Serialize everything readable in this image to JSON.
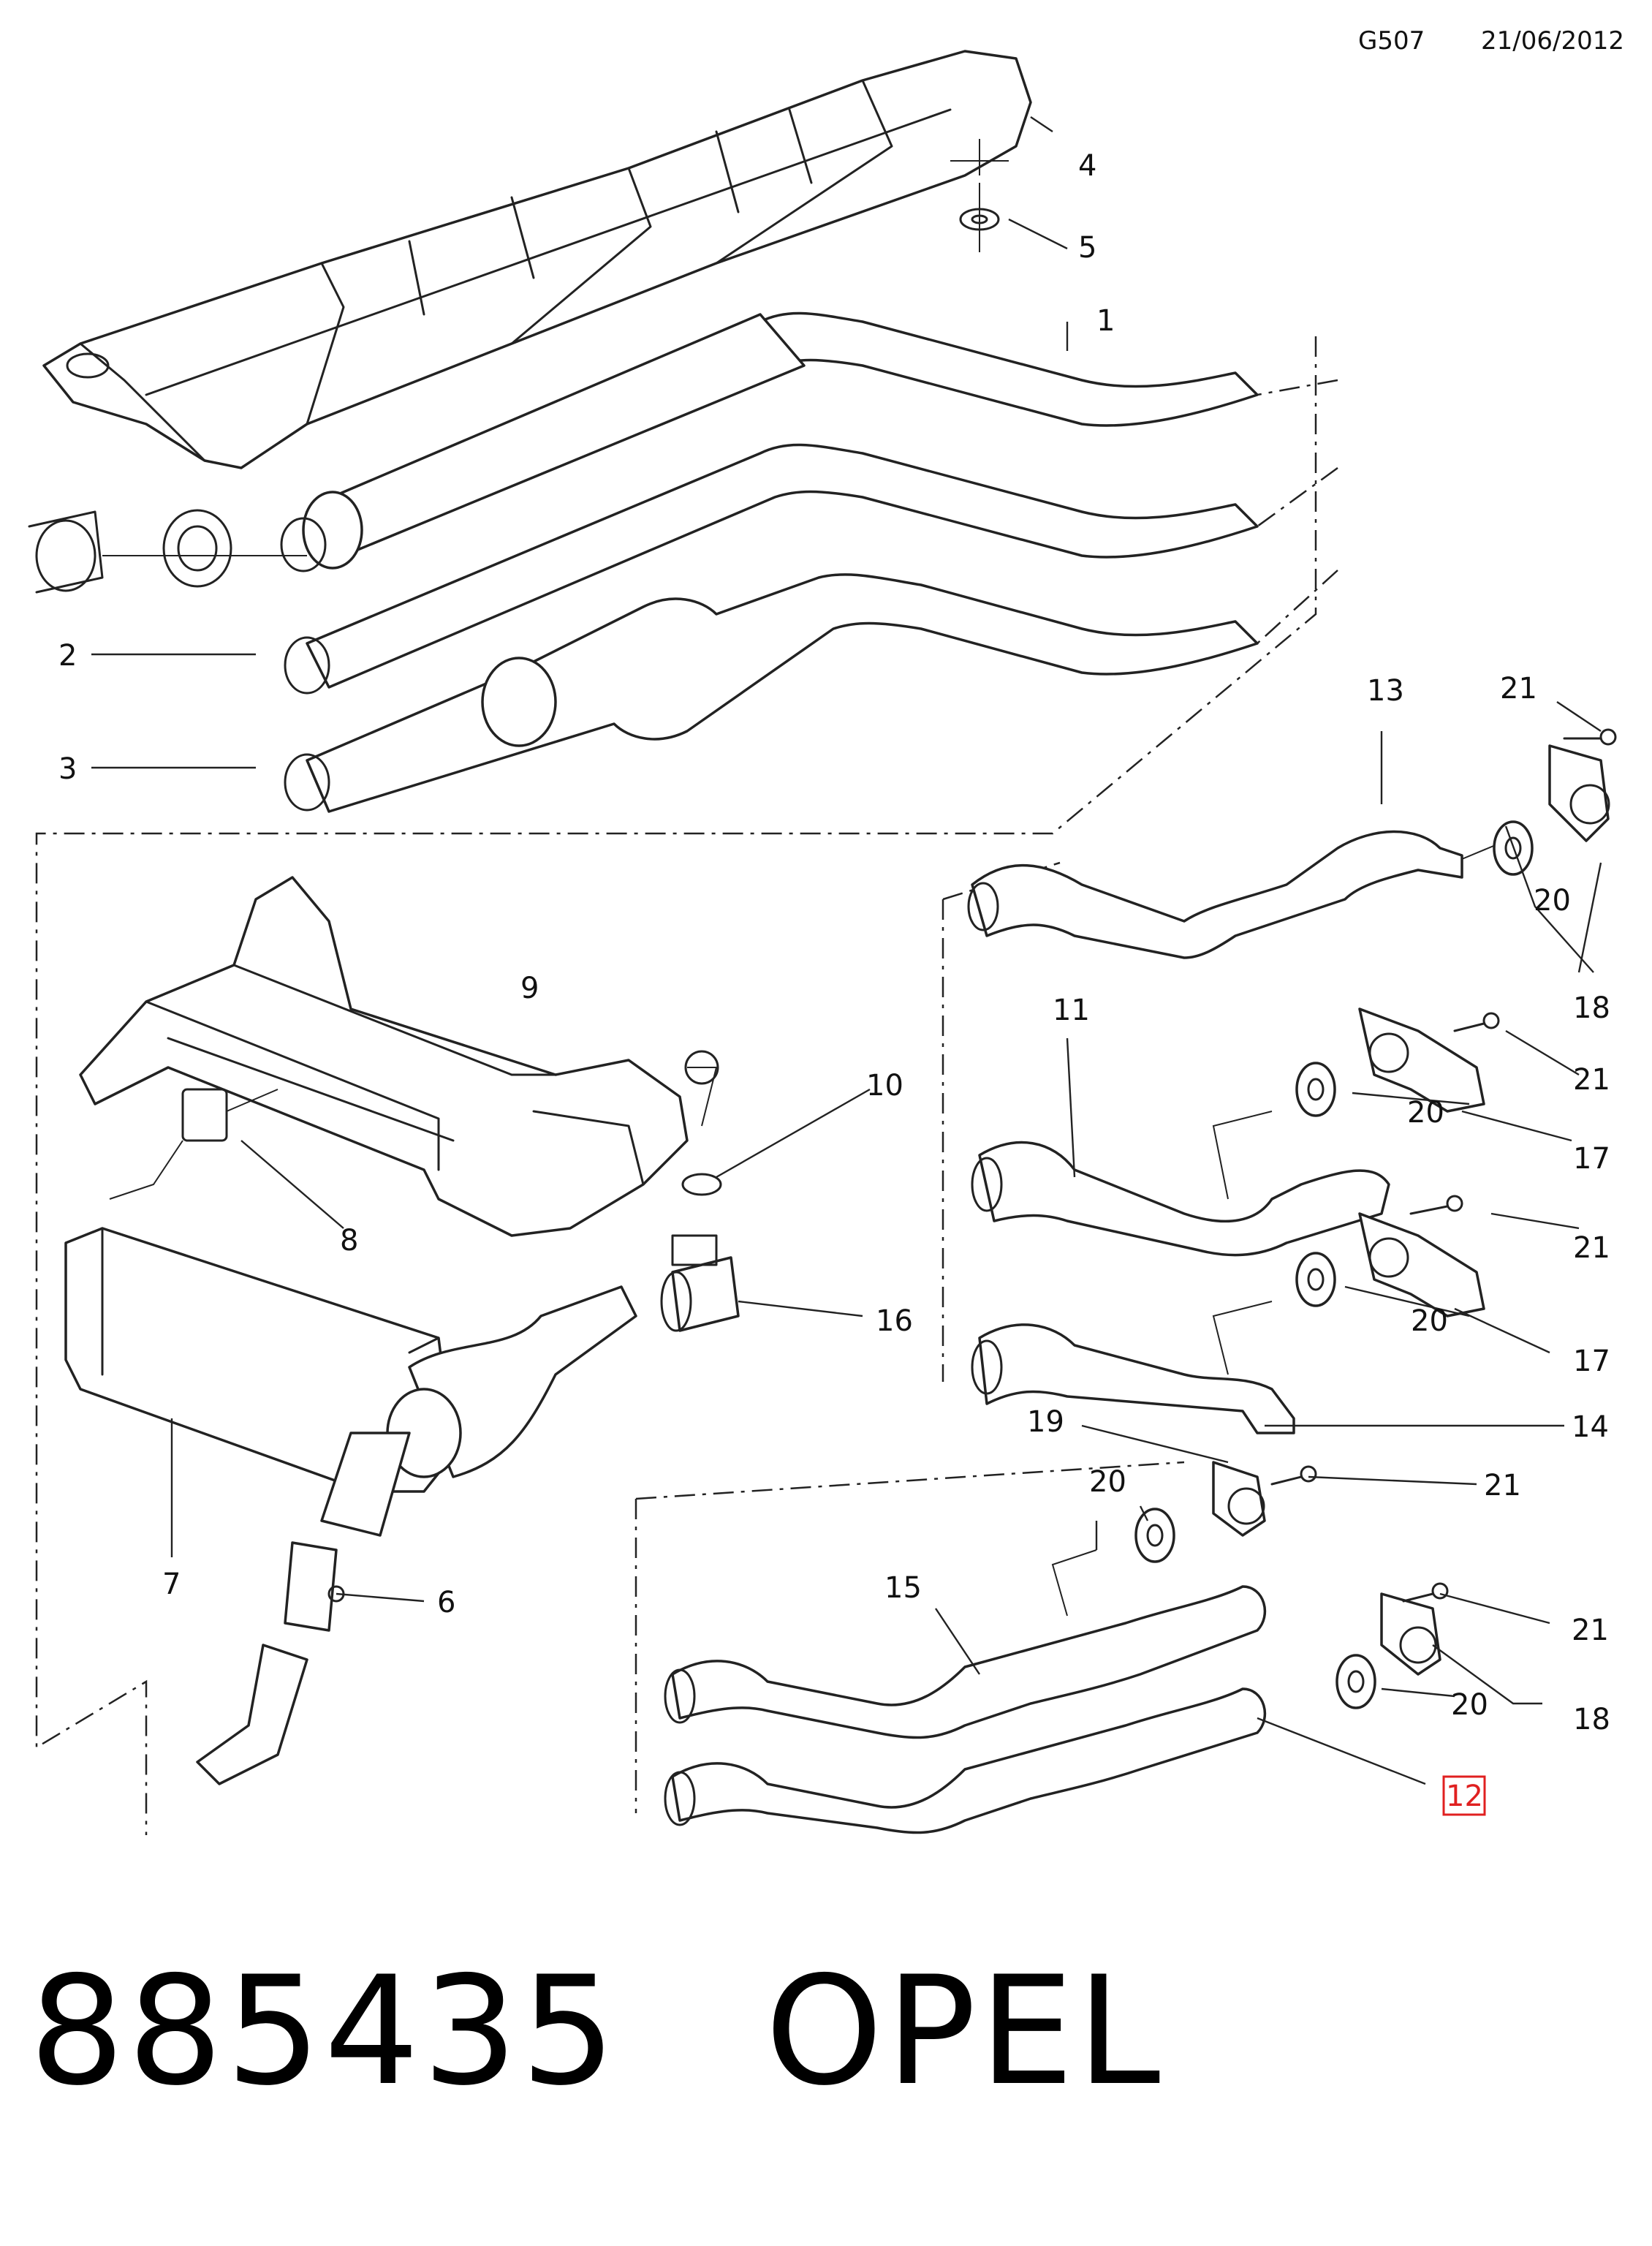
{
  "header": {
    "code": "G507",
    "date": "21/06/2012"
  },
  "caption": {
    "part_number": "885435",
    "brand": "OPEL"
  },
  "callouts": [
    "1",
    "2",
    "3",
    "4",
    "5",
    "6",
    "7",
    "8",
    "9",
    "10",
    "11",
    "12",
    "13",
    "14",
    "15",
    "16",
    "17",
    "17",
    "18",
    "18",
    "19",
    "20",
    "20",
    "20",
    "20",
    "20",
    "21",
    "21",
    "21",
    "21",
    "21"
  ],
  "highlight_color": "#e02020"
}
